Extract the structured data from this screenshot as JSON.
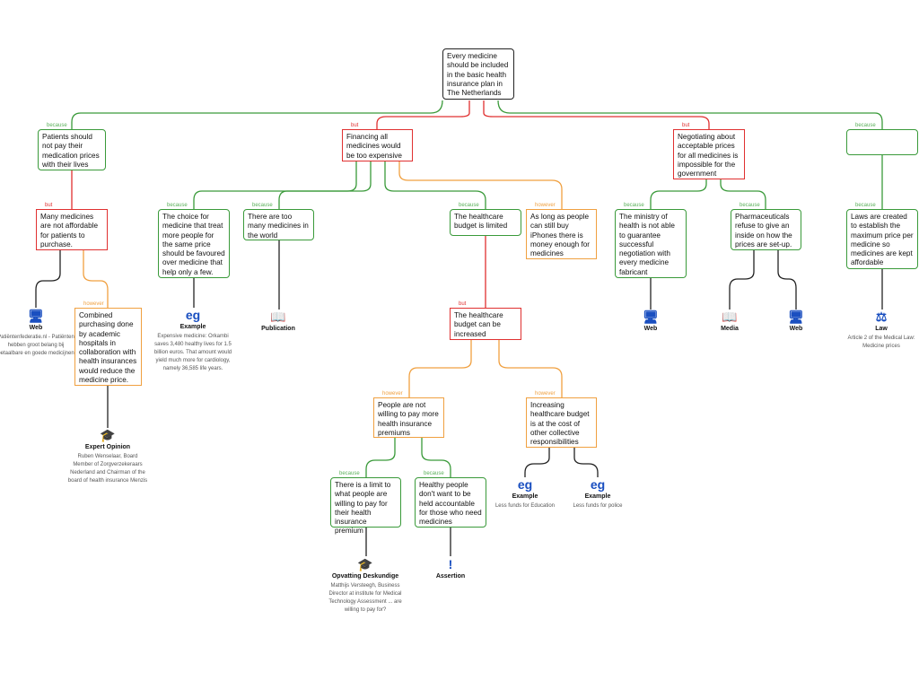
{
  "root": "Every medicine should be included in the basic health insurance plan in The Netherlands",
  "nodes": {
    "a1": {
      "label": "because",
      "text": "Patients should not pay their medication prices with their lives"
    },
    "a2": {
      "label": "but",
      "text": "Financing all medicines would be too expensive"
    },
    "a3": {
      "label": "but",
      "text": "Negotiating about acceptable prices for all medicines is impossible for the government"
    },
    "a4": {
      "label": "because",
      "text": ""
    },
    "b1": {
      "label": "but",
      "text": "Many medicines are not affordable for patients to purchase."
    },
    "b2": {
      "label": "because",
      "text": "The choice for medicine that treat more people for the same price should be favoured over medicine that help only a few."
    },
    "b3": {
      "label": "because",
      "text": "There are too many medicines in the world"
    },
    "b4": {
      "label": "because",
      "text": "The healthcare budget is limited"
    },
    "b5": {
      "label": "however",
      "text": "As long as people can still buy iPhones there is money enough for medicines"
    },
    "b6": {
      "label": "because",
      "text": "The ministry of health is not able to guarantee successful negotiation with every medicine fabricant"
    },
    "b7": {
      "label": "because",
      "text": "Pharmaceuticals refuse to give an inside on how the prices are set-up."
    },
    "b8": {
      "label": "because",
      "text": "Laws are created to establish the maximum price per medicine so medicines are kept affordable"
    },
    "c1": {
      "label": "however",
      "text": "Combined purchasing done by academic hospitals in collaboration with health insurances would reduce the medicine price."
    },
    "c2": {
      "label": "but",
      "text": "The healthcare budget can be increased"
    },
    "d1": {
      "label": "however",
      "text": "People are not willing to pay more health insurance premiums"
    },
    "d2": {
      "label": "however",
      "text": "Increasing healthcare budget is at the cost of other collective responsibilities"
    },
    "e1": {
      "label": "because",
      "text": "There is a limit to what people are willing to pay for their health insurance premium"
    },
    "e2": {
      "label": "because",
      "text": "Healthy people don't want to be held accountable for those who need medicines"
    }
  },
  "evidence": {
    "web1": {
      "icon": "globe-monitor",
      "title": "Web",
      "desc": "Patiëntenfederatie.nl - Patiënten hebben groot belang bij betaalbare en goede medicijnen"
    },
    "ex1": {
      "icon": "eg",
      "title": "Example",
      "desc": "Expensive medicine: Orkambi saves 3,480 healthy lives for 1.5 billion euros. That amount would yield much more for cardiology, namely 36,585 life years."
    },
    "pub1": {
      "icon": "book",
      "title": "Publication",
      "desc": ""
    },
    "exp1": {
      "icon": "graduate",
      "title": "Expert Opinion",
      "desc": "Ruben Wenselaar, Board Member of Zorgverzekeraars Nederland and Chairman of the board of health insurance Menzis"
    },
    "opv1": {
      "icon": "graduate",
      "title": "Opvatting Deskundige",
      "desc": "Matthijs Versteegh, Business Director at institute for Medical Technology Assessment ... are willing to pay for?"
    },
    "ass1": {
      "icon": "exclamation",
      "title": "Assertion",
      "desc": ""
    },
    "ex2": {
      "icon": "eg",
      "title": "Example",
      "desc": "Less funds for Education"
    },
    "ex3": {
      "icon": "eg",
      "title": "Example",
      "desc": "Less funds for police"
    },
    "web2": {
      "icon": "globe-monitor",
      "title": "Web",
      "desc": ""
    },
    "media1": {
      "icon": "book",
      "title": "Media",
      "desc": ""
    },
    "web3": {
      "icon": "globe-monitor",
      "title": "Web",
      "desc": ""
    },
    "law1": {
      "icon": "scales",
      "title": "Law",
      "desc": "Article 2 of the Medical Law: Medicine prices"
    }
  }
}
